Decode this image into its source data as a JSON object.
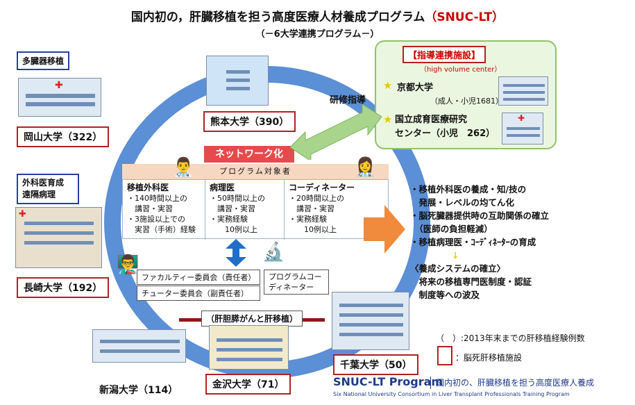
{
  "title": {
    "main": "国内初の，肝臓移植を担う高度医療人材養成プログラム",
    "accent": "（SNUC-LT）",
    "subtitle": "（－6大学連携プログラム－）"
  },
  "left_labels": {
    "multi_organ": "多臓器移植",
    "surgical_1": "外科医育成",
    "surgical_2": "遠隔病理"
  },
  "universities": {
    "okayama": "岡山大学（322）",
    "nagasaki": "長崎大学（192）",
    "niigata": "新潟大学（114）",
    "kanazawa": "金沢大学（71）",
    "chiba": "千葉大学（50）",
    "kumamoto": "熊本大学（390）"
  },
  "specialty": "（肝胆膵がんと肝移植）",
  "guidance": {
    "panel_title": "【指導連携施設】",
    "panel_sub": "（high volume center）",
    "training_label": "研修指導",
    "kyoto_name": "京都大学",
    "kyoto_detail": "（成人・小児1681）",
    "ncchd_name_1": "国立成育医療研究",
    "ncchd_name_2": "センター（小児　262）"
  },
  "network": "ネットワーク化",
  "program": {
    "header": "プログラム対象者",
    "columns": [
      {
        "head": "移植外科医",
        "lines": [
          "・140時間以上の",
          "　講習・実習",
          "・3施設以上での",
          "　実習（手術）経験"
        ]
      },
      {
        "head": "病理医",
        "lines": [
          "・50時間以上の",
          "　講習・実習",
          "・実務経験",
          "　　10例以上"
        ]
      },
      {
        "head": "コーディネーター",
        "lines": [
          "・20時間以上の",
          "　講習・実習",
          "・実務経験",
          "　　10例以上"
        ]
      }
    ]
  },
  "committees": {
    "faculty": "ファカルティー委員会（責任者）",
    "tutor": "チューター委員会（副責任者）",
    "coordinator_1": "プログラムコー",
    "coordinator_2": "ディネーター"
  },
  "outcomes": [
    "・移植外科医の養成・知/技の",
    "　発展・レベルの均てん化",
    "・脳死臓器提供時の互助関係の確立",
    "　（医師の負担軽減）",
    "・移植病理医・ｺｰﾃﾞｨﾈｰﾀｰの育成",
    "↓",
    "〈養成システムの確立〉",
    "　将来の移植専門医制度・認証",
    "　制度等への波及"
  ],
  "legend": {
    "count_note": "（　）:2013年末までの肝移植経験例数",
    "box_note": "：脳死肝移植施設"
  },
  "footer": {
    "logo": "SNUC-LT Program",
    "tagline": "国内初の、肝臓移植を担う高度医療人養成",
    "english": "Six National University Consortium in Liver Transplant Professionals Training Program"
  },
  "colors": {
    "ring": "#5b8fd6",
    "network": "#e54b4b",
    "accent_red": "#cc0000",
    "panel_green": "#eaf6df",
    "arrow_orange": "#f08a3c",
    "footer_blue": "#1f3a8a"
  }
}
